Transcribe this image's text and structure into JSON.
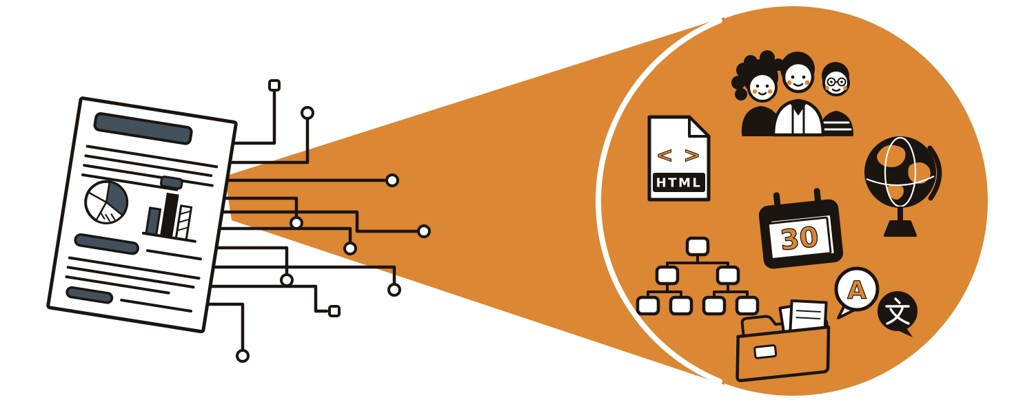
{
  "illustration": {
    "colors": {
      "orange": "#DC8733",
      "ink": "#1A1511",
      "slate": "#42505C",
      "paper": "#FFFFFF"
    },
    "source_document": {
      "icon": "report-document-icon",
      "parts": [
        "title-bar",
        "text-lines",
        "pie-chart",
        "bar-chart",
        "highlight-pills"
      ]
    },
    "extracted_items": {
      "people_group": "three-people-icon",
      "html_file": {
        "code_glyph": "< >",
        "label": "HTML"
      },
      "globe": "world-globe-icon",
      "calendar": {
        "day": "30"
      },
      "org_chart": "hierarchy-tree-icon",
      "translation": {
        "latin_glyph": "A",
        "cjk_glyph": "文"
      },
      "folder": "document-folder-icon"
    }
  }
}
